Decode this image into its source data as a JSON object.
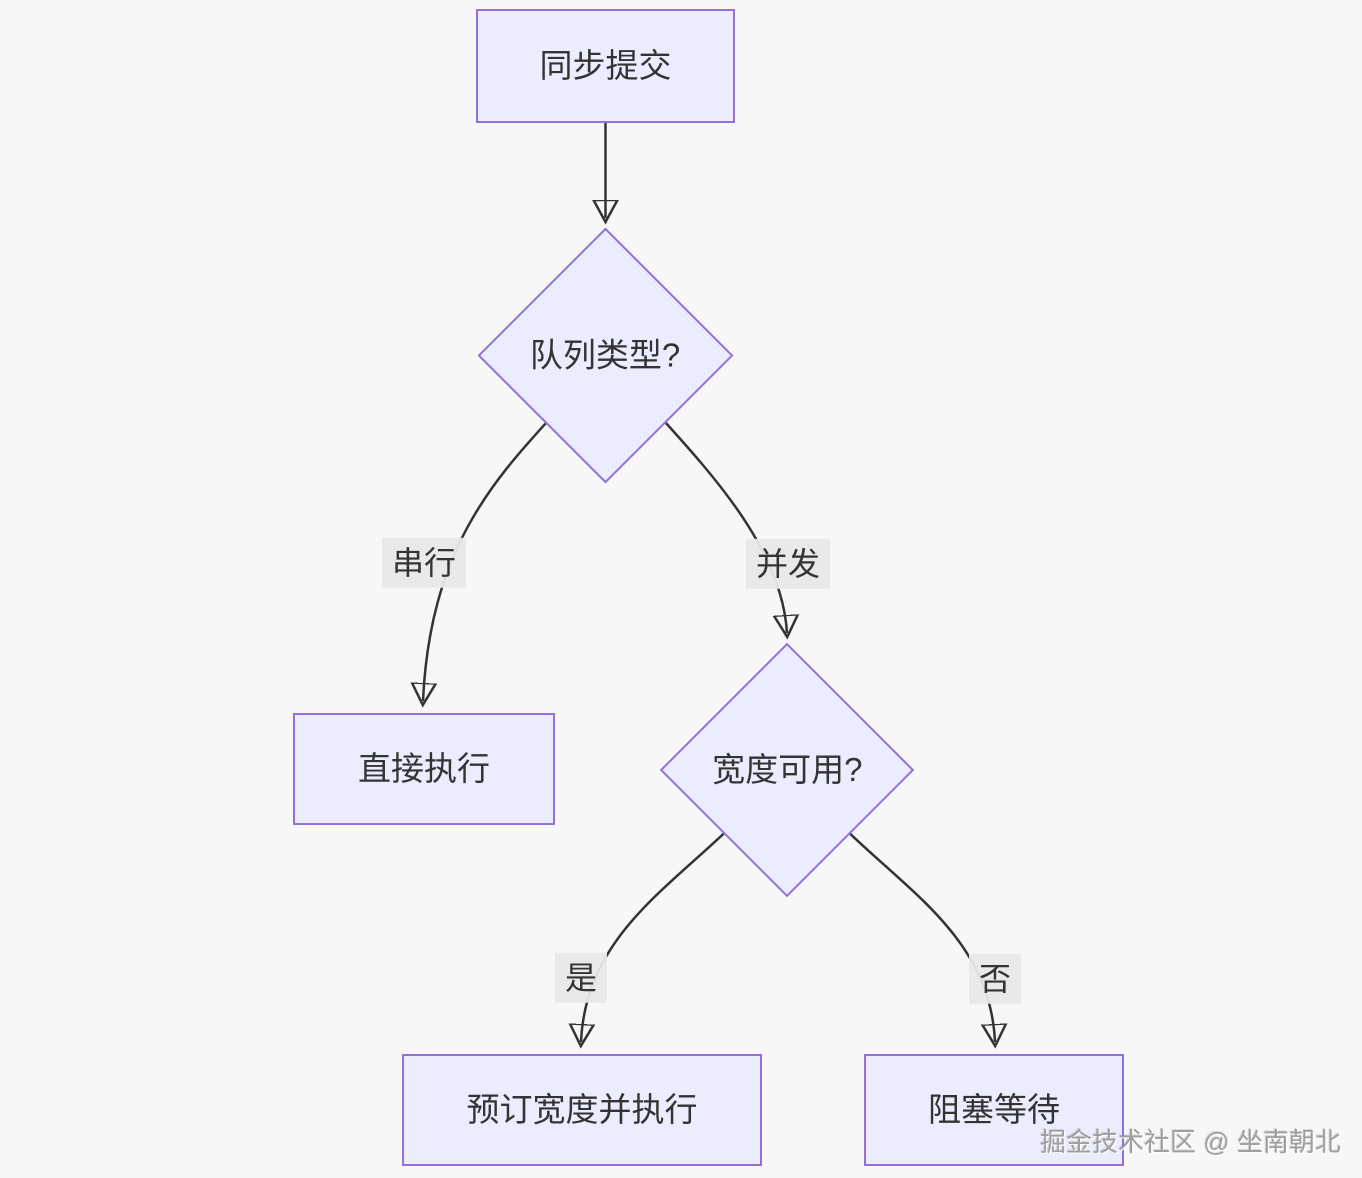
{
  "diagram": {
    "type": "flowchart",
    "nodes": {
      "sync": {
        "label": "同步提交",
        "shape": "rect"
      },
      "queue": {
        "label": "队列类型?",
        "shape": "diamond"
      },
      "direct": {
        "label": "直接执行",
        "shape": "rect"
      },
      "width": {
        "label": "宽度可用?",
        "shape": "diamond"
      },
      "reserve": {
        "label": "预订宽度并执行",
        "shape": "rect"
      },
      "block": {
        "label": "阻塞等待",
        "shape": "rect"
      }
    },
    "edges": {
      "sync_to_queue": {
        "from": "sync",
        "to": "queue",
        "label": ""
      },
      "queue_to_direct": {
        "from": "queue",
        "to": "direct",
        "label": "串行"
      },
      "queue_to_width": {
        "from": "queue",
        "to": "width",
        "label": "并发"
      },
      "width_to_reserve": {
        "from": "width",
        "to": "reserve",
        "label": "是"
      },
      "width_to_block": {
        "from": "width",
        "to": "block",
        "label": "否"
      }
    },
    "colors": {
      "node_fill": "#ECECFF",
      "node_border": "#9370DB",
      "edge_line": "#333333",
      "edge_label_bg": "#e8e8e8",
      "background": "#f7f7f7",
      "text": "#333333"
    },
    "watermark": "掘金技术社区 @ 坐南朝北"
  }
}
